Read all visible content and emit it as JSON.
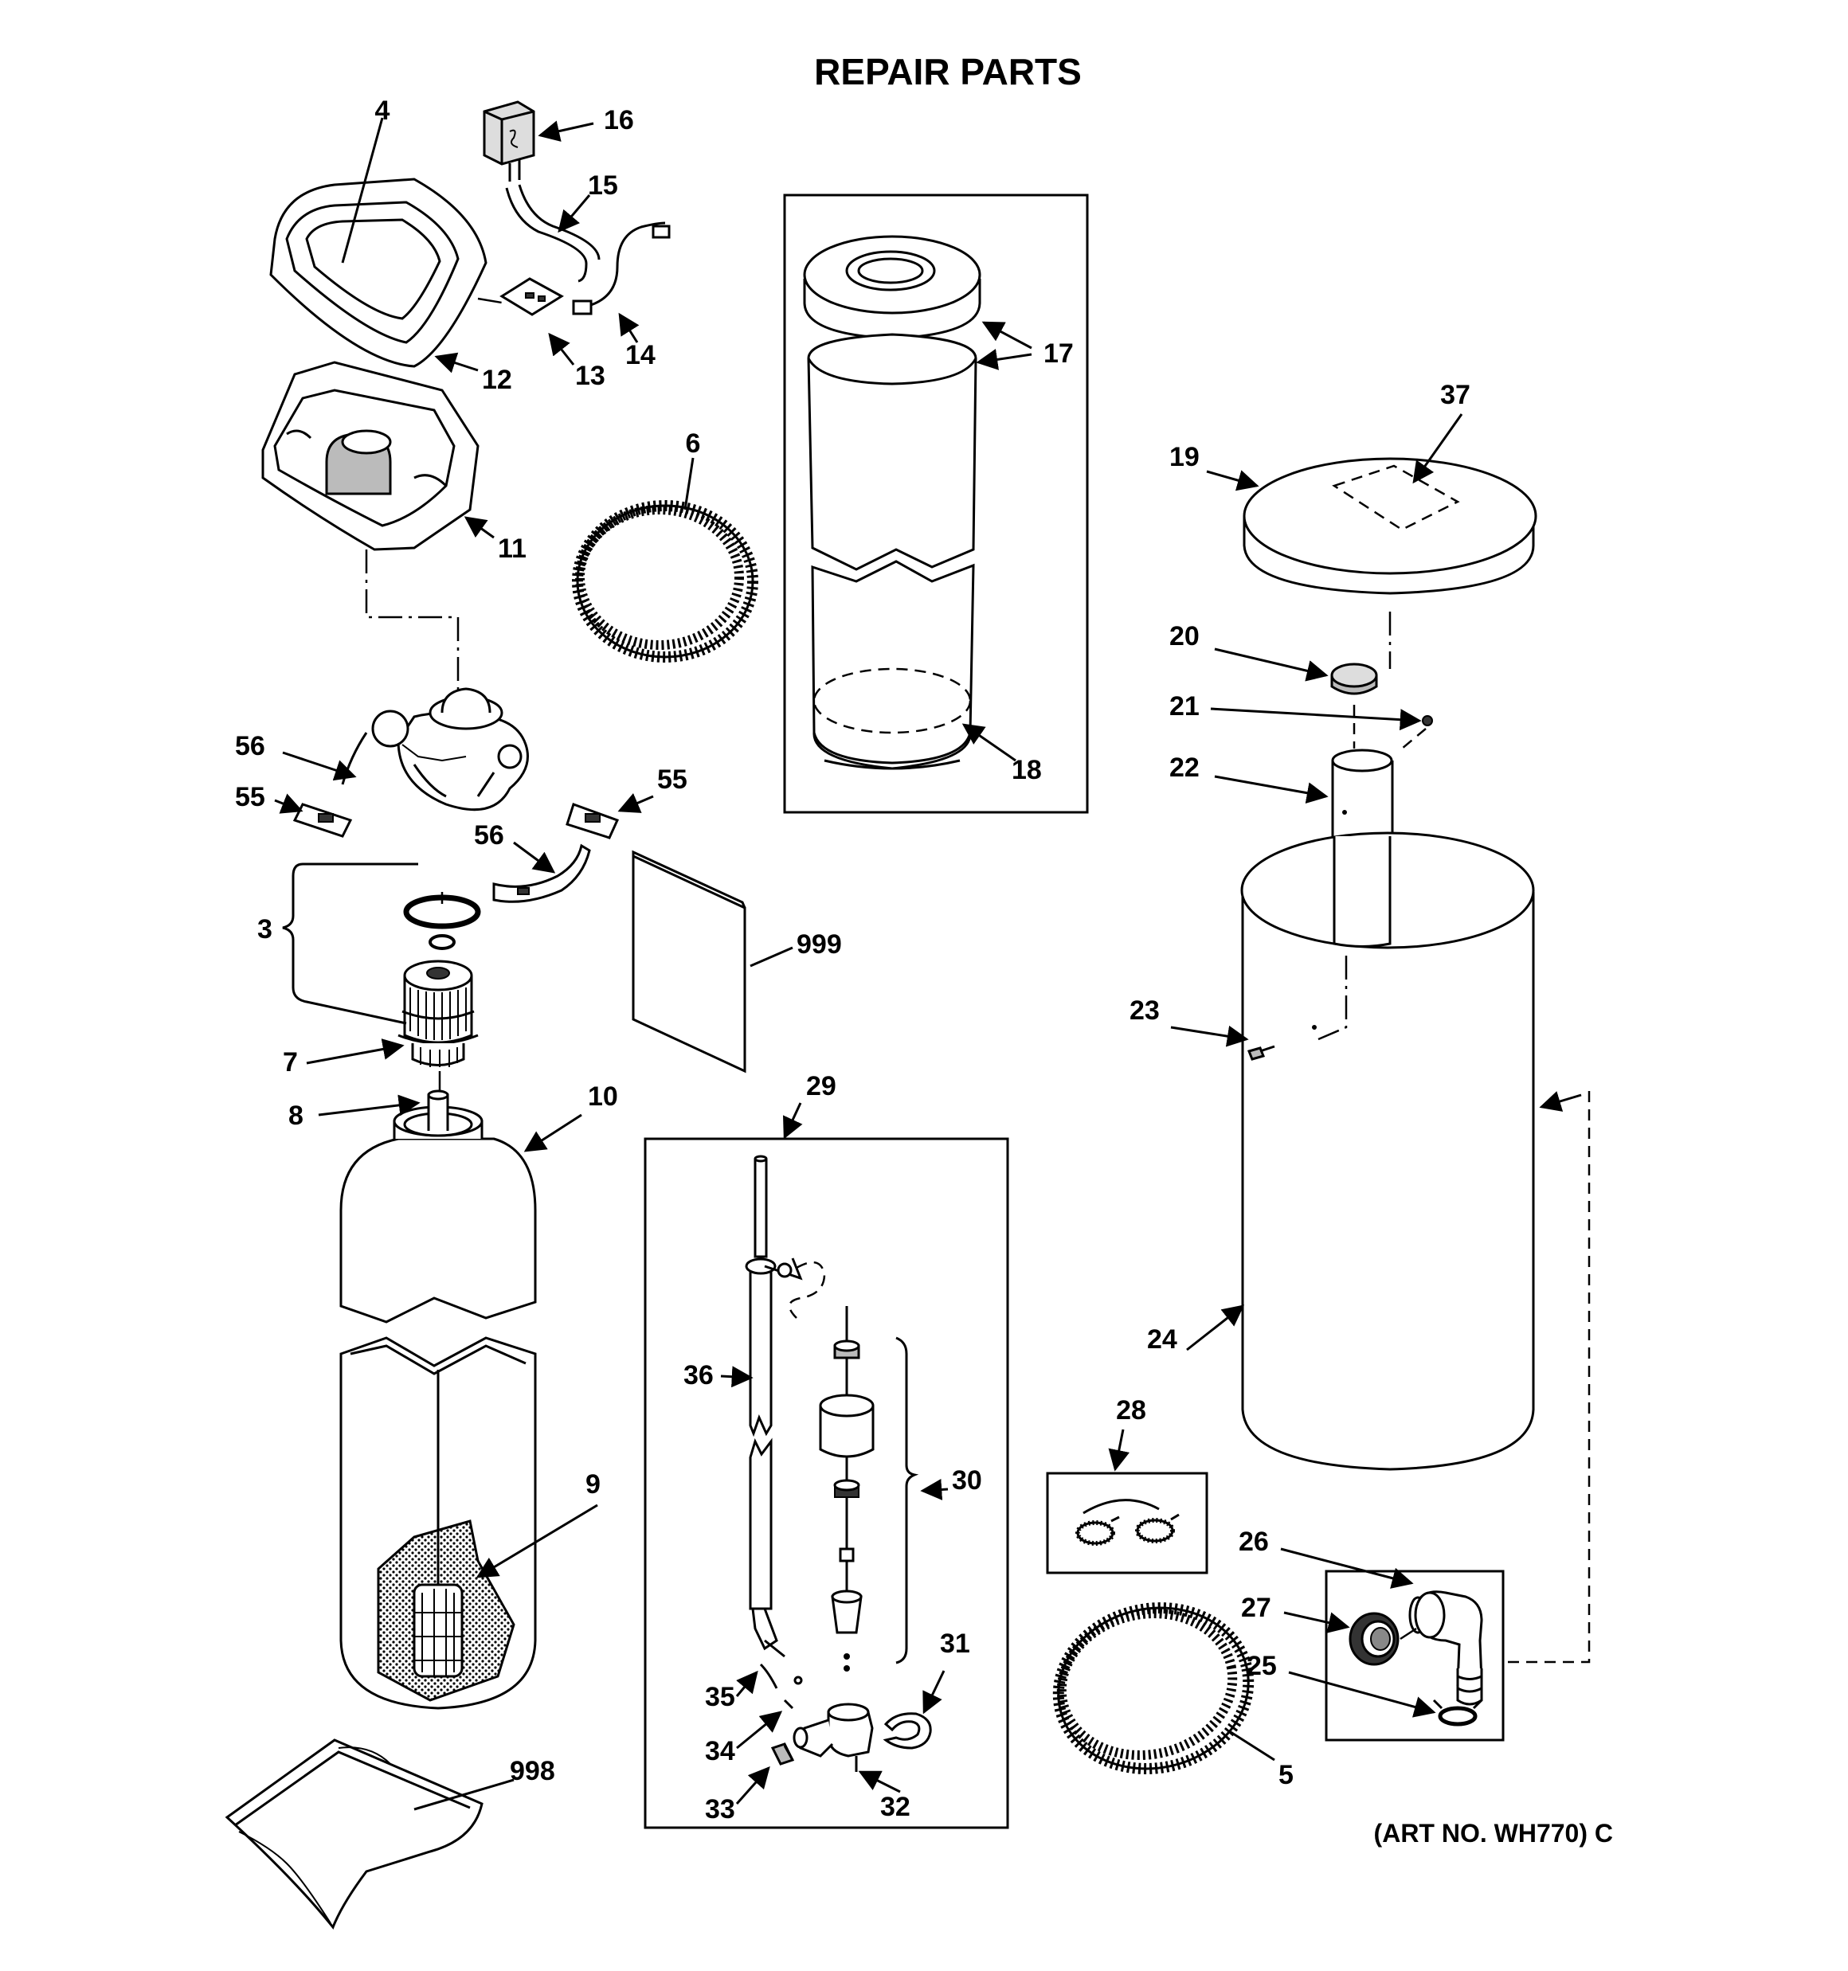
{
  "title": "REPAIR PARTS",
  "art_number": "(ART NO. WH770) C",
  "callouts": {
    "c4": "4",
    "c16": "16",
    "c15": "15",
    "c14": "14",
    "c13": "13",
    "c12": "12",
    "c11": "11",
    "c6": "6",
    "c17": "17",
    "c18": "18",
    "c37": "37",
    "c19": "19",
    "c20": "20",
    "c21": "21",
    "c22": "22",
    "c56a": "56",
    "c55a": "55",
    "c55b": "55",
    "c56b": "56",
    "c3": "3",
    "c999": "999",
    "c7": "7",
    "c8": "8",
    "c10": "10",
    "c29": "29",
    "c23": "23",
    "c36": "36",
    "c30": "30",
    "c24": "24",
    "c28": "28",
    "c9": "9",
    "c26": "26",
    "c27": "27",
    "c25": "25",
    "c31": "31",
    "c35": "35",
    "c34": "34",
    "c33": "33",
    "c32": "32",
    "c5": "5",
    "c998": "998"
  }
}
